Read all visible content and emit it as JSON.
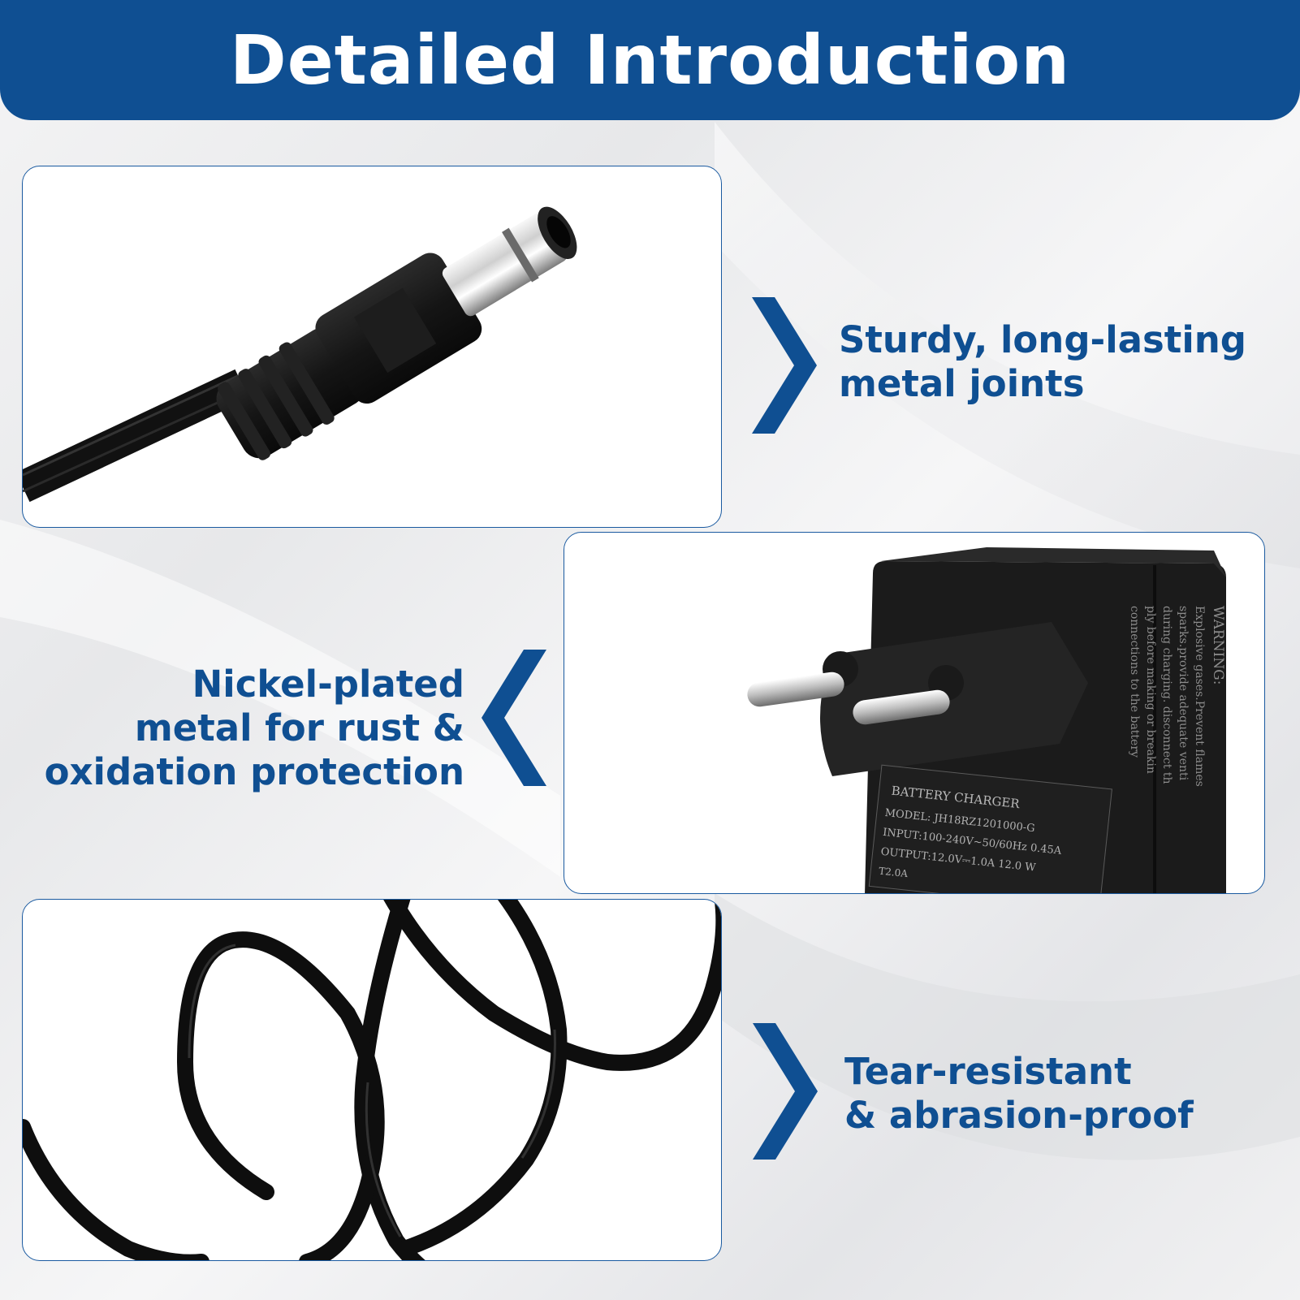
{
  "header": {
    "title": "Detailed Introduction"
  },
  "features": [
    {
      "lines": [
        "Sturdy, long-lasting",
        "metal joints"
      ]
    },
    {
      "lines": [
        "Nickel-plated",
        "metal for rust &",
        "oxidation protection"
      ]
    },
    {
      "lines": [
        "Tear-resistant",
        "& abrasion-proof"
      ]
    }
  ],
  "charger_label": {
    "warning_title": "WARNING:",
    "warning_lines": [
      "Explosive gases.Prevent flames",
      "sparks.provide adequate venti",
      "during charging. disconnect th",
      "ply before making or breakin",
      "connections to the battery"
    ],
    "brand_title": "BATTERY CHARGER",
    "model": "MODEL: JH18RZ1201000-G",
    "input": "INPUT:100-240V~50/60Hz 0.45A",
    "output": "OUTPUT:12.0V⎓1.0A  12.0 W",
    "fuse": "T2.0A"
  },
  "colors": {
    "brand_blue": "#0f4f92",
    "panel_border": "#1a5aa0",
    "product_black": "#161616"
  },
  "icons": [
    "chevron-right-icon",
    "chevron-left-icon",
    "chevron-right-icon"
  ]
}
